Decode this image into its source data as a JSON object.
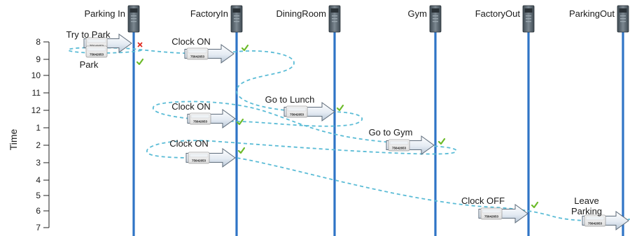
{
  "axis": {
    "title": "Time",
    "ticks": [
      "8",
      "9",
      "10",
      "11",
      "12",
      "1",
      "2",
      "3",
      "4",
      "5",
      "6",
      "7"
    ]
  },
  "lanes": [
    {
      "id": "parking-in",
      "label": "Parking In"
    },
    {
      "id": "factory-in",
      "label": "FactoryIn"
    },
    {
      "id": "dining-room",
      "label": "DiningRoom"
    },
    {
      "id": "gym",
      "label": "Gym"
    },
    {
      "id": "factory-out",
      "label": "FactoryOut"
    },
    {
      "id": "parking-out",
      "label": "ParkingOut"
    }
  ],
  "card_number": "75642653",
  "actions": [
    {
      "id": "try-to-park",
      "label": "Try to Park",
      "status": "denied"
    },
    {
      "id": "park",
      "label": "Park",
      "status": "ok"
    },
    {
      "id": "clock-on-1",
      "label": "Clock ON",
      "status": "ok"
    },
    {
      "id": "go-to-lunch",
      "label": "Go to Lunch",
      "status": "ok"
    },
    {
      "id": "clock-on-2",
      "label": "Clock ON",
      "status": "ok"
    },
    {
      "id": "go-to-gym",
      "label": "Go to Gym",
      "status": "ok"
    },
    {
      "id": "clock-on-3",
      "label": "Clock ON",
      "status": "ok"
    },
    {
      "id": "clock-off",
      "label": "Clock OFF",
      "status": "ok"
    },
    {
      "id": "leave-parking",
      "label": "Leave\nParking",
      "status": "none"
    }
  ],
  "colors": {
    "lane_line": "#2f74c6",
    "path": "#5bbcd6",
    "check": "#6dbb2a",
    "cross": "#e0281e",
    "reader_body": "#5a6770"
  }
}
